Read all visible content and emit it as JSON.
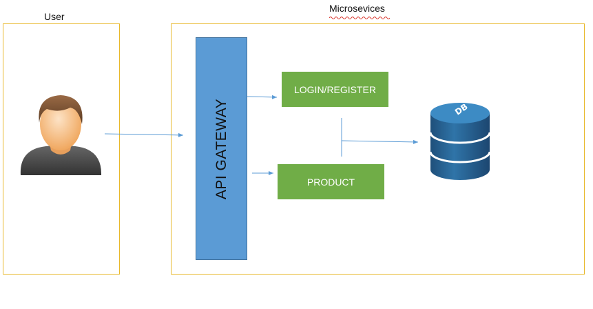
{
  "user_label": "User",
  "microservices_label": "Microsevices",
  "gateway_label": "API GATEWAY",
  "services": [
    {
      "label": "LOGIN/REGISTER"
    },
    {
      "label": "PRODUCT"
    }
  ],
  "database_label": "DB",
  "colors": {
    "frame": "#e8b82a",
    "gateway": "#5b9bd5",
    "service": "#70ad47",
    "arrow": "#5b9bd5",
    "database": "#2e6c99"
  },
  "icons": [
    "user-icon",
    "database-icon"
  ]
}
